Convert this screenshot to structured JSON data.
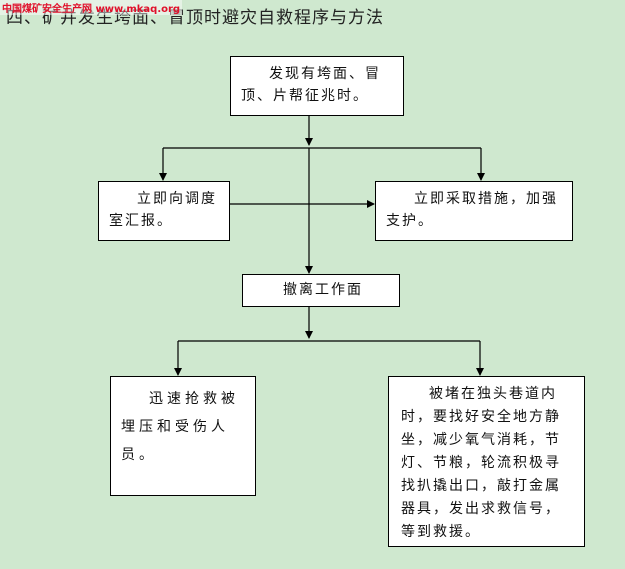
{
  "watermark": "中国煤矿安全生产网 www.mkaq.org",
  "heading": "四、矿井发生垮面、冒顶时避灾自救程序与方法",
  "nodes": {
    "detect": "发现有垮面、冒顶、片帮征兆时。",
    "report": "立即向调度室汇报。",
    "support": "立即采取措施，加强支护。",
    "evacuate": "撤离工作面",
    "rescue": "迅速抢救被埋压和受伤人员。",
    "trapped": "被堵在独头巷道内时，要找好安全地方静坐，减少氧气消耗，节灯、节粮，轮流积极寻找扒撬出口，敲打金属器具，发出求救信号，等到救援。"
  }
}
